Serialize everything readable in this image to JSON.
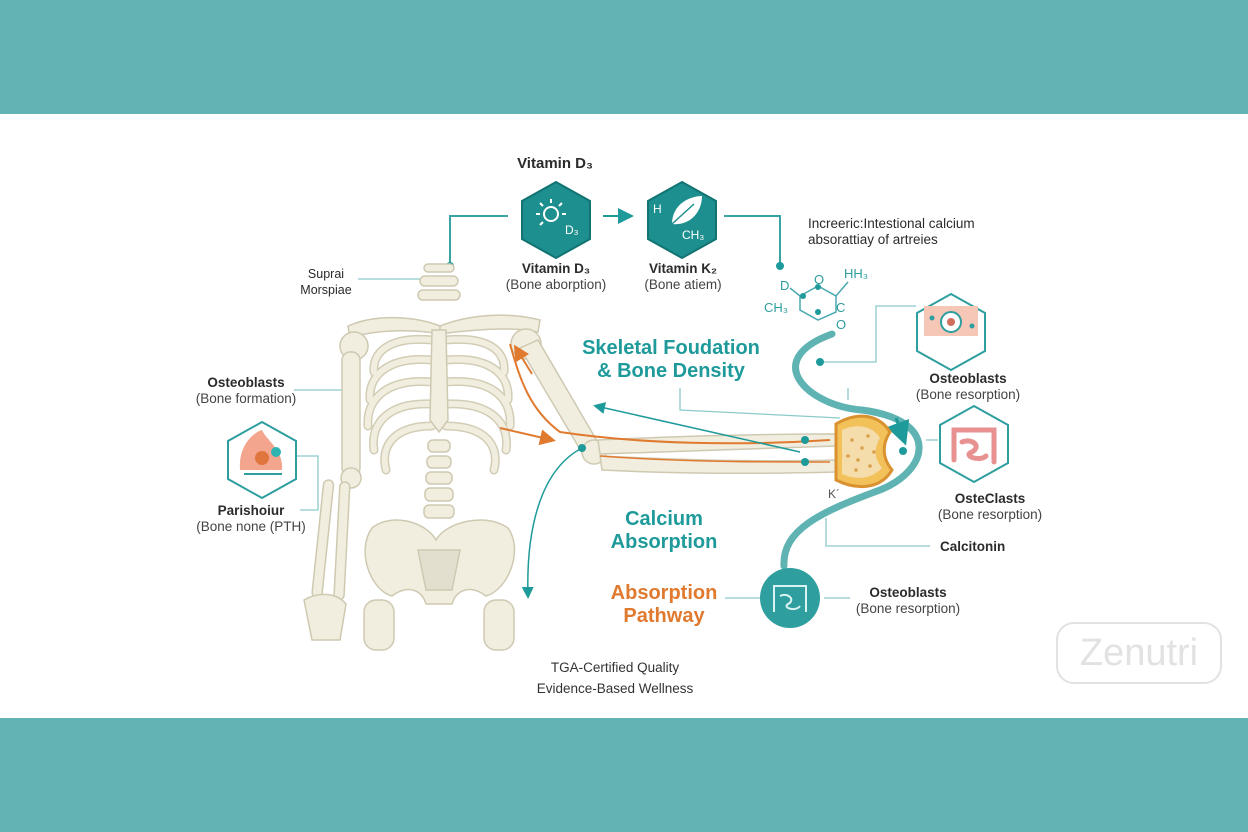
{
  "colors": {
    "band": "#62b3b3",
    "teal": "#1e9a9a",
    "orange": "#e07a2f",
    "bone": "#f1eedf"
  },
  "icons": [
    "sun-vitamin-d-icon",
    "leaf-vitamin-k-icon",
    "molecule-icon",
    "cell-icon",
    "intestine-icon",
    "gland-icon",
    "gut-icon"
  ],
  "vitamin_d_header": "Vitamin D₃",
  "vitamin_d_badge": "D₃",
  "vitamin_k_badge_h": "H",
  "vitamin_k_badge_ch": "CH₃",
  "vitamin_d": {
    "title": "Vitamin D₃",
    "sub": "(Bone aborption)"
  },
  "vitamin_k": {
    "title": "Vitamin K₂",
    "sub": "(Bone atiem)"
  },
  "intestinal": {
    "line1": "Increeric:Intestional calcium",
    "line2": "absorattiay of artreies"
  },
  "molecule": {
    "d": "D",
    "hh3": "HH₃",
    "ch3": "CH₃",
    "c": "C",
    "o1": "O",
    "o2": "O"
  },
  "supral": {
    "line1": "Suprai",
    "line2": "Morspiae"
  },
  "osteoblasts_left": {
    "title": "Osteoblasts",
    "sub": "(Bone formation)"
  },
  "parishoiur": {
    "title": "Parishoiur",
    "sub": "(Bone none (PTH)"
  },
  "skeletal_title": {
    "line1": "Skeletal Foudation",
    "line2": "& Bone Density"
  },
  "calcium_absorption": {
    "line1": "Calcium",
    "line2": "Absorption"
  },
  "absorption_pathway": {
    "line1": "Absorption",
    "line2": "Pathway"
  },
  "osteoblasts_right": {
    "title": "Osteoblasts",
    "sub": "(Bone resorption)"
  },
  "osteclasts": {
    "title": "OsteClasts",
    "sub": "(Bone resorption)"
  },
  "calcitonin": "Calcitonin",
  "osteoblasts_bottom": {
    "title": "Osteoblasts",
    "sub": "(Bone resorption)"
  },
  "bone_marker": "K´",
  "footer": {
    "line1": "TGA-Certified Quality",
    "line2": "Evidence-Based Wellness"
  },
  "brand": "Zenutri"
}
